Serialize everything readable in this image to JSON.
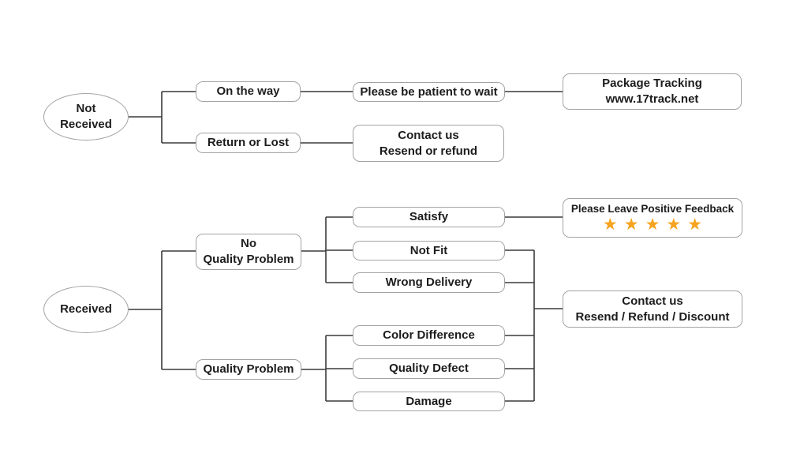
{
  "colors": {
    "star": "#f6a41f",
    "box_border": "#a3a3a3",
    "connector": "#3a3a3a",
    "text": "#1c1c1c"
  },
  "nodes": {
    "not_received": {
      "label": "Not Received"
    },
    "on_the_way": {
      "label": "On the way"
    },
    "please_wait": {
      "label": "Please be patient to wait"
    },
    "package_tracking": {
      "line1": "Package Tracking",
      "line2": "www.17track.net"
    },
    "return_or_lost": {
      "label": "Return or Lost"
    },
    "contact_resend_refund": {
      "line1": "Contact us",
      "line2": "Resend or refund"
    },
    "received": {
      "label": "Received"
    },
    "no_quality_problem": {
      "line1": "No",
      "line2": "Quality Problem"
    },
    "quality_problem": {
      "label": "Quality Problem"
    },
    "satisfy": {
      "label": "Satisfy"
    },
    "not_fit": {
      "label": "Not Fit"
    },
    "wrong_delivery": {
      "label": "Wrong Delivery"
    },
    "color_difference": {
      "label": "Color Difference"
    },
    "quality_defect": {
      "label": "Quality Defect"
    },
    "damage": {
      "label": "Damage"
    },
    "positive_feedback": {
      "line1": "Please Leave Positive Feedback",
      "stars": "★★★★★"
    },
    "contact_discount": {
      "line1": "Contact us",
      "line2": "Resend / Refund / Discount"
    }
  }
}
